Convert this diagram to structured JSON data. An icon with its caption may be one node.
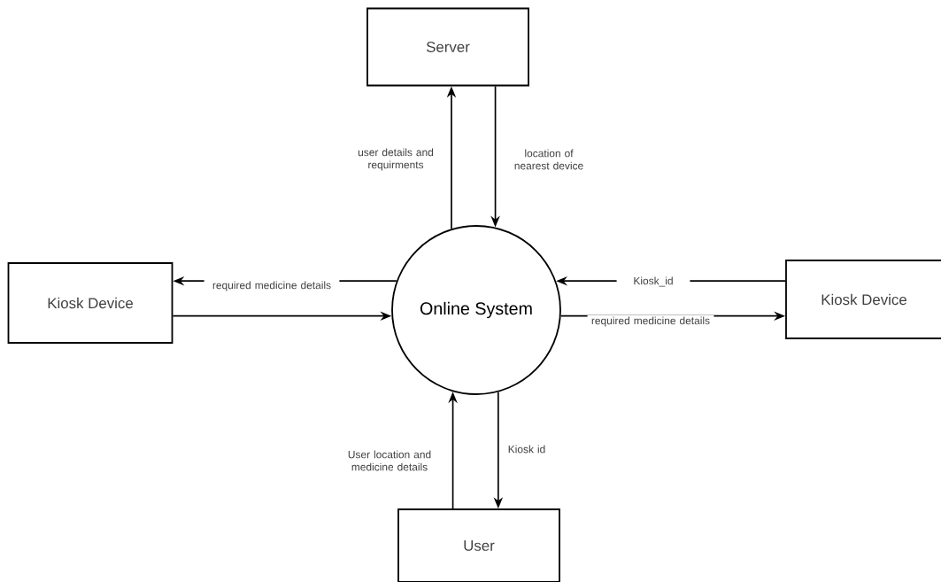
{
  "diagram": {
    "nodes": [
      {
        "text": [
          "Server"
        ]
      },
      {
        "text": [
          "Kiosk Device"
        ]
      },
      {
        "text": [
          "Online System"
        ]
      },
      {
        "text": [
          "Kiosk Device"
        ]
      },
      {
        "text": [
          "User"
        ]
      }
    ],
    "edges": [
      {
        "from": 2,
        "to": 0,
        "arrow": "to",
        "label": "user details and requirments"
      },
      {
        "from": 0,
        "to": 2,
        "arrow": "to",
        "label": "location of nearest device"
      },
      {
        "from": 2,
        "to": 1,
        "arrow": "to",
        "label": "required medicine details"
      },
      {
        "from": 1,
        "to": 2,
        "arrow": "to"
      },
      {
        "from": 3,
        "to": 2,
        "arrow": "to",
        "label": "Kiosk_id"
      },
      {
        "from": 2,
        "to": 3,
        "arrow": "to",
        "label": "required medicine details"
      },
      {
        "from": 4,
        "to": 2,
        "arrow": "to",
        "label": "User location and medicine details"
      },
      {
        "from": 2,
        "to": 4,
        "arrow": "to",
        "label": "Kiosk id"
      }
    ]
  }
}
